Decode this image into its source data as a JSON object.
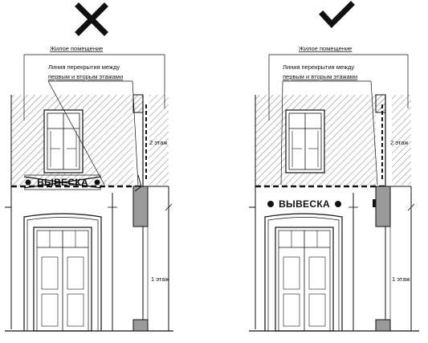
{
  "left_panel": {
    "verdict": "wrong",
    "verdict_icon": "cross-icon",
    "label_living": "Жилое помещение",
    "label_line_1": "Линия перекрытия между",
    "label_line_2": "первым и вторым этажами",
    "floor_2": "2 этаж",
    "floor_1": "1 этаж",
    "sign_text": "ВЫВЕСКА",
    "sign_crossed": true
  },
  "right_panel": {
    "verdict": "correct",
    "verdict_icon": "checkmark-icon",
    "label_living": "Жилое помещение",
    "label_line_1": "Линия перекрытия между",
    "label_line_2": "первым и вторым этажами",
    "floor_2": "2 этаж",
    "floor_1": "1 этаж",
    "sign_text": "ВЫВЕСКА"
  },
  "colors": {
    "hatch": "#777777",
    "line": "#111111",
    "wall": "#8a8a8a"
  }
}
